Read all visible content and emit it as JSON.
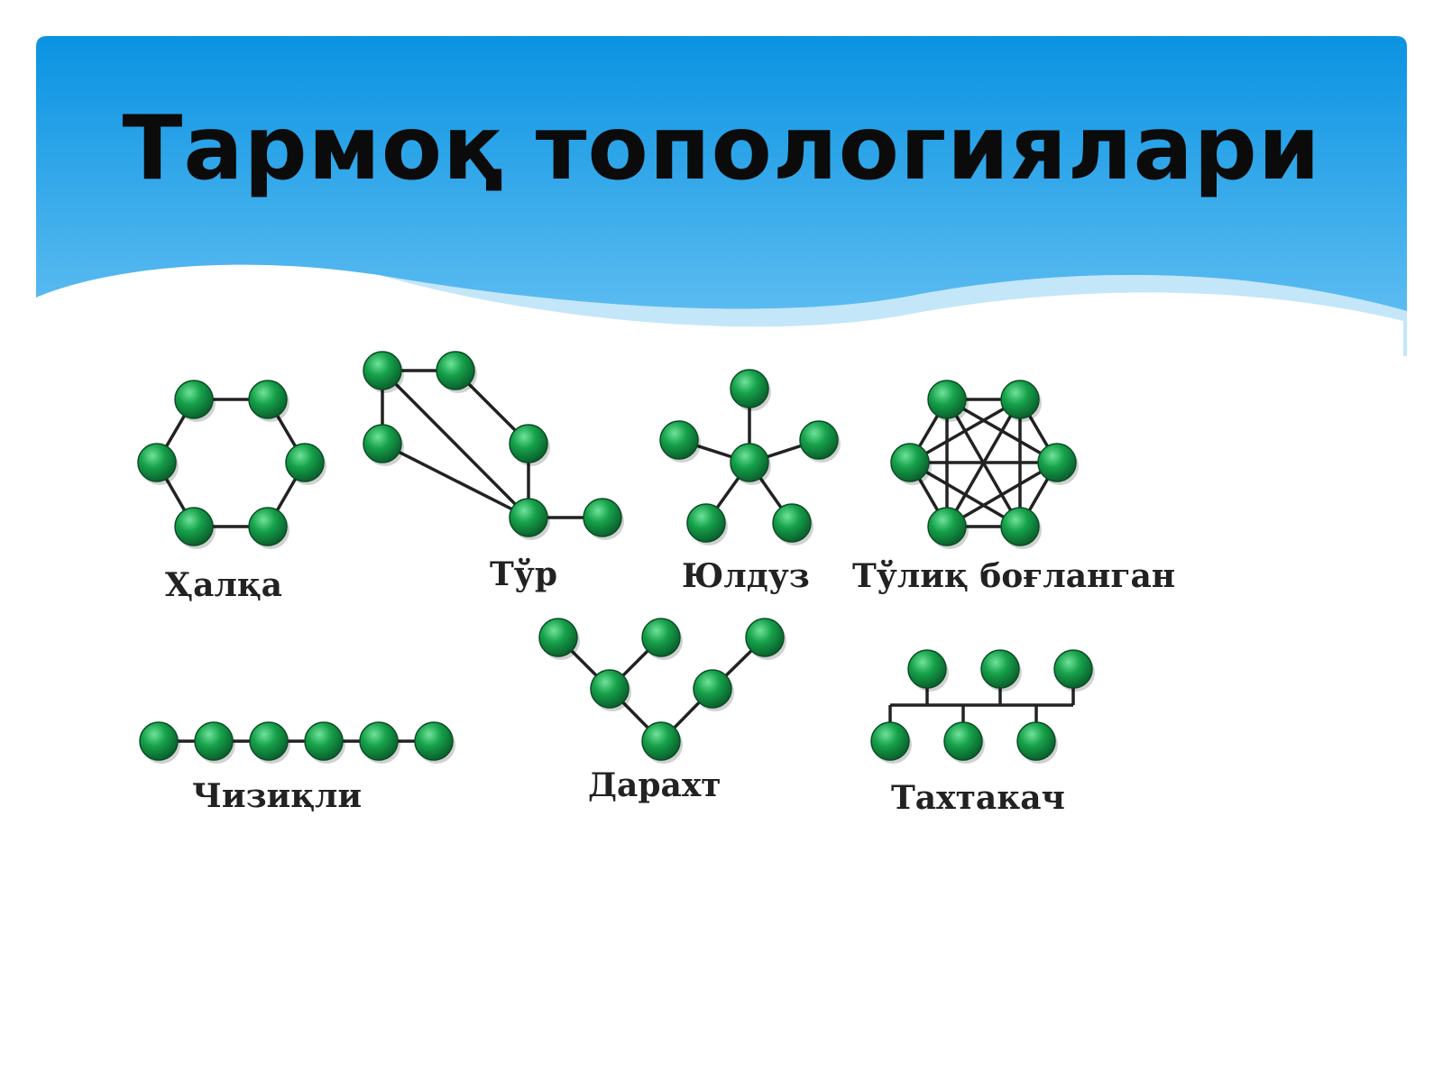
{
  "slide": {
    "title": "Тармоқ топологиялари"
  },
  "topologies": [
    {
      "id": "ring",
      "label": "Ҳалқа"
    },
    {
      "id": "mesh",
      "label": "Тўр"
    },
    {
      "id": "star",
      "label": "Юлдуз"
    },
    {
      "id": "full",
      "label": "Тўлиқ боғланган"
    },
    {
      "id": "line",
      "label": "Чизиқли"
    },
    {
      "id": "tree",
      "label": "Дарахт"
    },
    {
      "id": "bus",
      "label": "Тахтакач"
    }
  ],
  "colors": {
    "header_top": "#0a93e2",
    "header_bottom": "#5cbdf2",
    "node": "#0f8a3e",
    "node_highlight": "#5fd88a",
    "line": "#222222"
  }
}
